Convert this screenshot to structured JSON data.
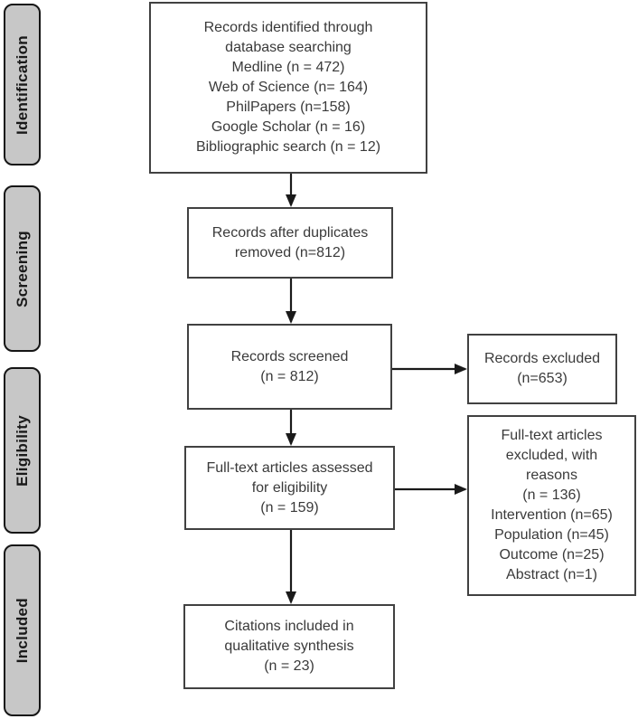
{
  "diagram_type": "prisma-flowchart",
  "colors": {
    "stage_fill": "#c7c7c7",
    "stage_border": "#151515",
    "box_border": "#414141",
    "text": "#3a3a3a",
    "arrow": "#1a1a1a"
  },
  "stages": [
    "Identification",
    "Screening",
    "Eligibility",
    "Included"
  ],
  "boxes": {
    "records_identified": {
      "lines": [
        "Records identified through",
        "database searching",
        "Medline (n = 472)",
        "Web of Science (n= 164)",
        "PhilPapers (n=158)",
        "Google Scholar (n = 16)",
        "Bibliographic search (n = 12)"
      ]
    },
    "duplicates_removed": {
      "lines": [
        "Records after duplicates",
        "removed (n=812)"
      ]
    },
    "records_screened": {
      "lines": [
        "Records screened",
        "(n = 812)"
      ]
    },
    "records_excluded": {
      "lines": [
        "Records excluded",
        "(n=653)"
      ]
    },
    "fulltext_assessed": {
      "lines": [
        "Full-text articles assessed",
        "for eligibility",
        "(n = 159)"
      ]
    },
    "fulltext_excluded": {
      "lines": [
        "Full-text articles",
        "excluded, with",
        "reasons",
        "(n = 136)",
        "Intervention (n=65)",
        "Population (n=45)",
        "Outcome (n=25)",
        "Abstract (n=1)"
      ]
    },
    "citations_included": {
      "lines": [
        "Citations included in",
        "qualitative synthesis",
        "(n = 23)"
      ]
    }
  }
}
